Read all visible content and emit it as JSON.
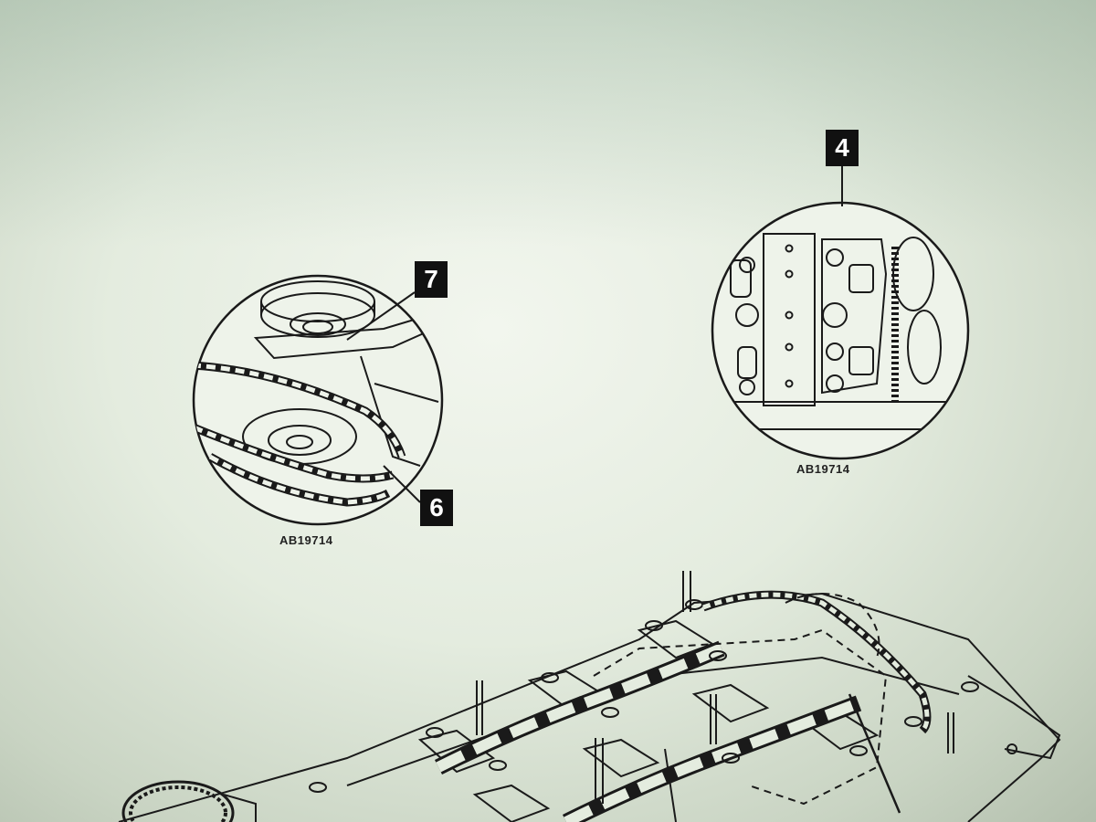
{
  "callouts": {
    "left_top": "7",
    "left_bottom": "6",
    "right_top": "4"
  },
  "figure_codes": {
    "left": "AB19714",
    "right": "AB19714"
  }
}
